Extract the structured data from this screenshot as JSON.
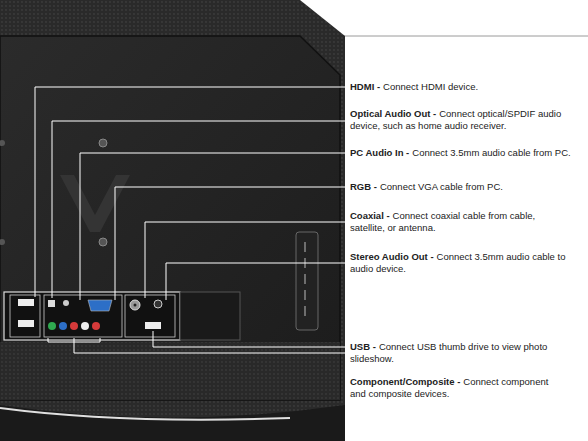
{
  "diagram": {
    "labels": [
      "HDMI -",
      "Connect HDMI device.",
      "Optical Audio Out -",
      "Connect optical/SPDIF audio device, such as home audio receiver.",
      "PC Audio In -",
      "Connect 3.5mm audio cable from PC.",
      "RGB -",
      "Connect VGA cable from PC.",
      "Coaxial -",
      "Connect coaxial cable from cable, satellite, or antenna.",
      "Stereo Audio Out -",
      "Connect 3.5mm audio cable to audio device.",
      "USB -",
      "Connect USB thumb drive to view photo slideshow.",
      "Component/Composite -",
      "Connect component and composite devices."
    ]
  }
}
